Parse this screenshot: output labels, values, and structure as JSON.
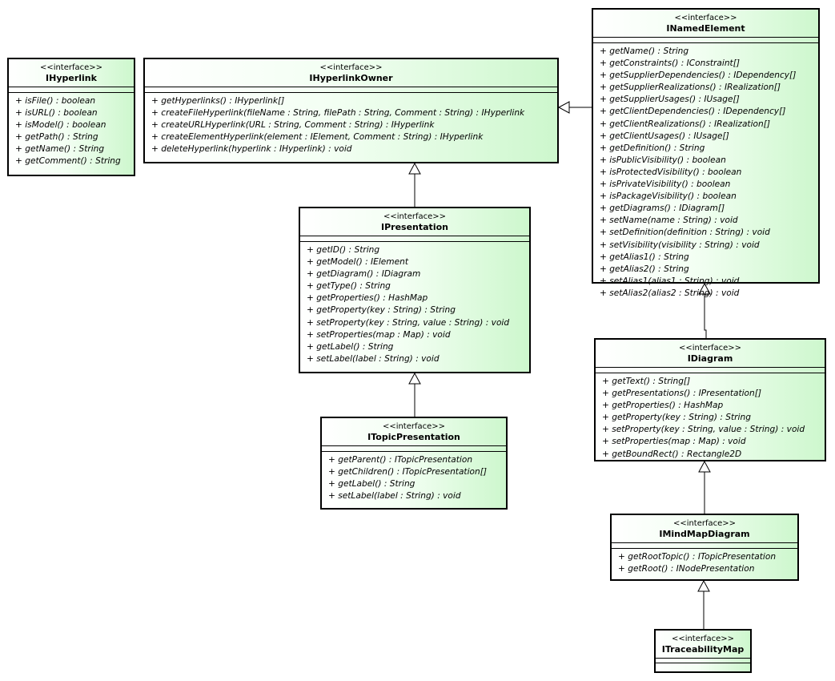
{
  "stereotype": "<<interface>>",
  "classes": {
    "IHyperlink": {
      "name": "IHyperlink",
      "operations": [
        "+ isFile() : boolean",
        "+ isURL() : boolean",
        "+ isModel() : boolean",
        "+ getPath() : String",
        "+ getName() : String",
        "+ getComment() : String"
      ]
    },
    "IHyperlinkOwner": {
      "name": "IHyperlinkOwner",
      "operations": [
        "+ getHyperlinks() : IHyperlink[]",
        "+ createFileHyperlink(fileName : String, filePath : String, Comment : String) : IHyperlink",
        "+ createURLHyperlink(URL : String, Comment : String) : IHyperlink",
        "+ createElementHyperlink(element : IElement, Comment : String) : IHyperlink",
        "+ deleteHyperlink(hyperlink : IHyperlink) : void"
      ]
    },
    "INamedElement": {
      "name": "INamedElement",
      "operations": [
        "+ getName() : String",
        "+ getConstraints() : IConstraint[]",
        "+ getSupplierDependencies() : IDependency[]",
        "+ getSupplierRealizations() : IRealization[]",
        "+ getSupplierUsages() : IUsage[]",
        "+ getClientDependencies() : IDependency[]",
        "+ getClientRealizations() : IRealization[]",
        "+ getClientUsages() : IUsage[]",
        "+ getDefinition() : String",
        "+ isPublicVisibility() : boolean",
        "+ isProtectedVisibility() : boolean",
        "+ isPrivateVisibility() : boolean",
        "+ isPackageVisibility() : boolean",
        "+ getDiagrams() : IDiagram[]",
        "+ setName(name : String) : void",
        "+ setDefinition(definition : String) : void",
        "+ setVisibility(visibility : String) : void",
        "+ getAlias1() : String",
        "+ getAlias2() : String",
        "+ setAlias1(alias1 : String) : void",
        "+ setAlias2(alias2 : String) : void"
      ]
    },
    "IPresentation": {
      "name": "IPresentation",
      "operations": [
        "+ getID() : String",
        "+ getModel() : IElement",
        "+ getDiagram() : IDiagram",
        "+ getType() : String",
        "+ getProperties() : HashMap",
        "+ getProperty(key : String) : String",
        "+ setProperty(key : String, value : String) : void",
        "+ setProperties(map : Map) : void",
        "+ getLabel() : String",
        "+ setLabel(label : String) : void"
      ]
    },
    "ITopicPresentation": {
      "name": "ITopicPresentation",
      "operations": [
        "+ getParent() : ITopicPresentation",
        "+ getChildren() : ITopicPresentation[]",
        "+ getLabel() : String",
        "+ setLabel(label : String) : void"
      ]
    },
    "IDiagram": {
      "name": "IDiagram",
      "operations": [
        "+ getText() : String[]",
        "+ getPresentations() : IPresentation[]",
        "+ getProperties() : HashMap",
        "+ getProperty(key : String) : String",
        "+ setProperty(key : String, value : String) : void",
        "+ setProperties(map : Map) : void",
        "+ getBoundRect() : Rectangle2D"
      ]
    },
    "IMindMapDiagram": {
      "name": "IMindMapDiagram",
      "operations": [
        "+ getRootTopic() : ITopicPresentation",
        "+ getRoot() : INodePresentation"
      ]
    },
    "ITraceabilityMap": {
      "name": "ITraceabilityMap",
      "operations": []
    }
  }
}
